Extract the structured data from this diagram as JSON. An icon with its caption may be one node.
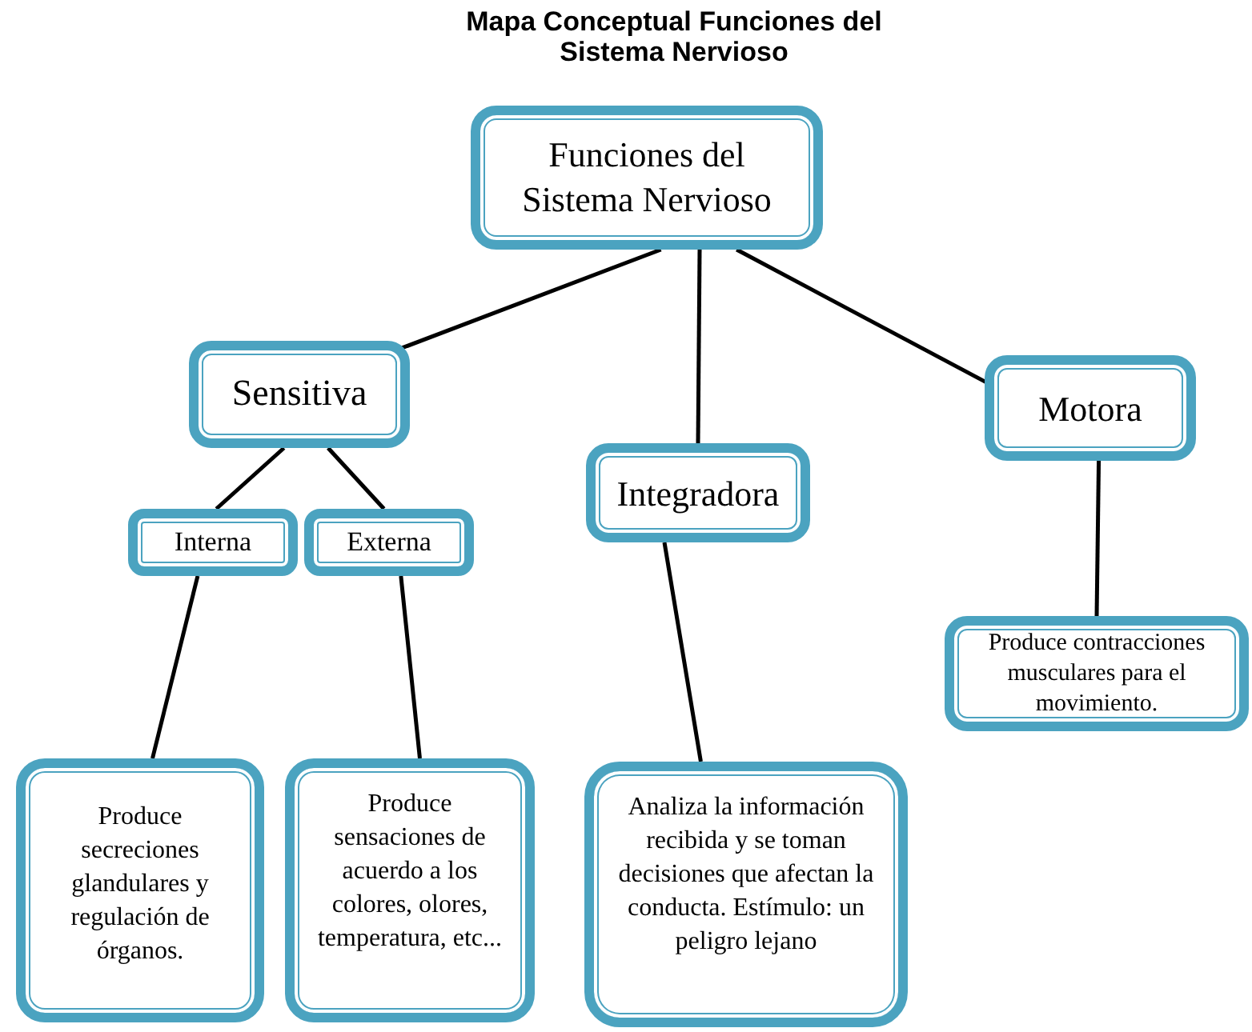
{
  "diagram": {
    "title": "Mapa Conceptual Funciones del Sistema Nervioso",
    "nodes": [
      {
        "text": [
          "Funciones del Sistema Nervioso"
        ]
      },
      {
        "text": [
          "Sensitiva"
        ]
      },
      {
        "text": [
          "Integradora"
        ]
      },
      {
        "text": [
          "Motora"
        ]
      },
      {
        "text": [
          "Interna"
        ]
      },
      {
        "text": [
          "Externa"
        ]
      },
      {
        "text": [
          "Produce secreciones glandulares y regulación de órganos."
        ]
      },
      {
        "text": [
          "Produce sensaciones de acuerdo a los colores, olores, temperatura, etc..."
        ]
      },
      {
        "text": [
          "Analiza la información recibida y se toman decisiones que afectan la conducta.  Estímulo: un peligro lejano"
        ]
      },
      {
        "text": [
          "Produce contracciones musculares para el movimiento."
        ]
      }
    ],
    "edges": [
      {
        "from": 0,
        "to": 1,
        "arrow": "none"
      },
      {
        "from": 0,
        "to": 2,
        "arrow": "none"
      },
      {
        "from": 0,
        "to": 3,
        "arrow": "none"
      },
      {
        "from": 1,
        "to": 4,
        "arrow": "none"
      },
      {
        "from": 1,
        "to": 5,
        "arrow": "none"
      },
      {
        "from": 4,
        "to": 6,
        "arrow": "none"
      },
      {
        "from": 5,
        "to": 7,
        "arrow": "none"
      },
      {
        "from": 2,
        "to": 8,
        "arrow": "none"
      },
      {
        "from": 3,
        "to": 9,
        "arrow": "none"
      }
    ]
  }
}
